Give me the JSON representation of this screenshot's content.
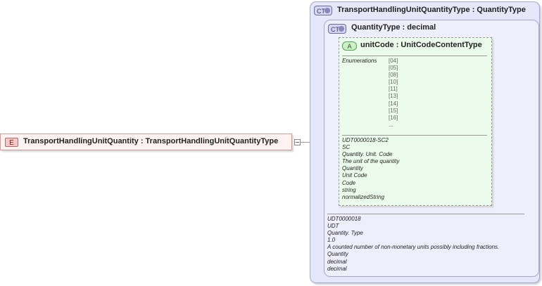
{
  "element": {
    "badge": "E",
    "label": "TransportHandlingUnitQuantity : TransportHandlingUnitQuantityType"
  },
  "outer_type": {
    "badge": "CT",
    "title": "TransportHandlingUnitQuantityType : QuantityType"
  },
  "inner_type": {
    "badge": "CT",
    "title": "QuantityType : decimal",
    "docs": [
      "UDT0000018",
      "UDT",
      "Quantity. Type",
      "1.0",
      "A counted number of non-monetary units possibly including fractions.",
      "Quantity",
      "decimal",
      "decimal"
    ]
  },
  "attribute": {
    "badge": "A",
    "title": "unitCode : UnitCodeContentType",
    "enum_label": "Enumerations",
    "enumerations": [
      "[04]",
      "[05]",
      "[08]",
      "[10]",
      "[11]",
      "[13]",
      "[14]",
      "[15]",
      "[16]",
      "..."
    ],
    "docs": [
      "UDT0000018-SC2",
      "SC",
      "Quantity. Unit. Code",
      "The unit of the quantity",
      "Quantity",
      "Unit Code",
      "Code",
      "string",
      "normalizedString"
    ]
  }
}
